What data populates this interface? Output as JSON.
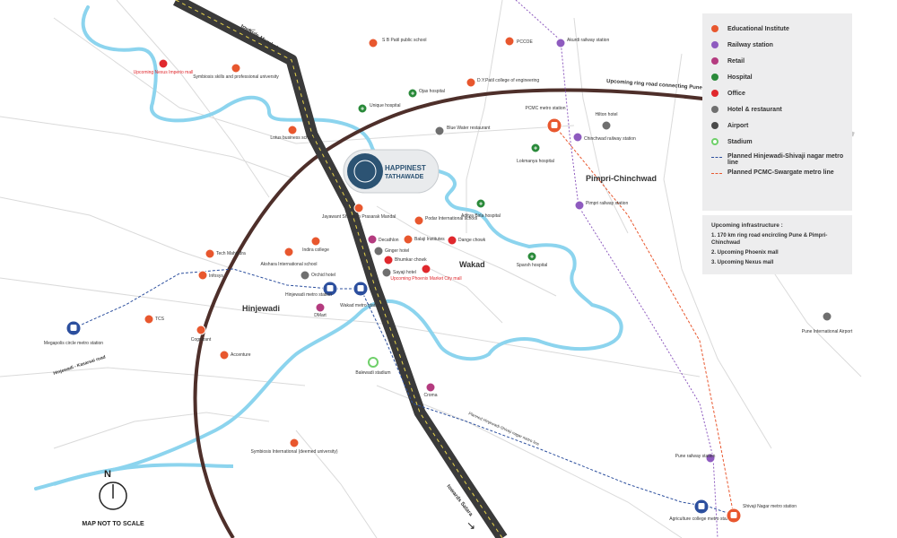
{
  "colors": {
    "river": "#8cd4ee",
    "ring_road": "#4e2f2a",
    "expressway": "#3a3a3a",
    "education": "#e8572e",
    "railway": "#8e5bbf",
    "retail": "#b43b7f",
    "hospital": "#2a8a3a",
    "office": "#e0282d",
    "hotel": "#6f6f6f",
    "metro_blue": "#2c4f9e",
    "metro_red": "#e8572e",
    "stadium": "#6fd06a"
  },
  "legend": {
    "items": [
      {
        "label": "Educational Institute",
        "icon": "education-icon"
      },
      {
        "label": "Railway station",
        "icon": "railway-icon"
      },
      {
        "label": "Retail",
        "icon": "retail-icon"
      },
      {
        "label": "Hospital",
        "icon": "hospital-icon"
      },
      {
        "label": "Office",
        "icon": "office-icon"
      },
      {
        "label": "Hotel & restaurant",
        "icon": "hotel-icon"
      },
      {
        "label": "Airport",
        "icon": "airport-icon"
      },
      {
        "label": "Stadium",
        "icon": "stadium-icon"
      }
    ],
    "lines": [
      {
        "label": "Planned Hinjewadi-Shivaji nagar metro line"
      },
      {
        "label": "Planned PCMC-Swargate metro line"
      }
    ]
  },
  "infrastructure": {
    "title": "Upcoming infrastructure :",
    "items": [
      "1.  170 km ring road encircling Pune & Pimpri-Chinchwad",
      "2. Upcoming Phoenix mall",
      "3. Upcoming Nexus mall"
    ]
  },
  "project": {
    "name1": "HAPPINEST",
    "name2": "TATHAWADE"
  },
  "areas": {
    "pimpri": "Pimpri-Chinchwad",
    "wakad": "Wakad",
    "hinjewadi": "Hinjewadi"
  },
  "roads": {
    "towards_mumbai": "towards Mumbai",
    "towards_satara": "towards Satara",
    "ring_road": "Upcoming ring road connecting Pune & Pimpri-Chinchwad",
    "hinjewadi_kasarsai": "Hinjewadi - Kasarsai road",
    "metro_route_note": "Planned Hinjewadi-Shivaji nagar metro line"
  },
  "compass": {
    "letter": "N",
    "note": "MAP NOT TO SCALE"
  },
  "places": {
    "nexus": "Upcoming Nexus Imperio mall",
    "symbiosis_skills": "Symbiosis skills and professional university",
    "sb_patil": "S B Patil public school",
    "pccoe": "PCCOE",
    "akurdi": "Akurdi railway station",
    "unique": "Unique hospital",
    "ojas": "Ojas hospital",
    "dy_patil": "D.Y.Patil college of engineering",
    "lotus": "Lotus business school",
    "blue_water": "Blue Water restaurant",
    "pcmc": "PCMC metro station",
    "hilton": "Hilton hotel",
    "chinchwad": "Chinchwad railway station",
    "lokmanya": "Lokmanya hospital",
    "aditya": "Aditya Birla hospital",
    "pimpri_rail": "Pimpri railway station",
    "jayawant": "Jayawant Shikshan Prasarak Mandal",
    "podar": "Podar International school",
    "decathlon": "Decathlon",
    "balaji": "Balaji Institutes",
    "dange": "Dange chowk",
    "ginger": "Ginger hotel",
    "bhumkar": "Bhumkar chowk",
    "sayaji": "Sayaji hotel",
    "phoenix": "Upcoming Phoenix Market City mall",
    "tech_mahindra": "Tech Mahindra",
    "indira": "Indira college",
    "akshara": "Akshara International school",
    "orchid": "Orchid hotel",
    "infosys": "Infosys",
    "hinjewadi_metro": "Hinjewadi metro station",
    "wakad_metro": "Wakad metro station",
    "dmart": "DMart",
    "sparsh": "Sparsh hospital",
    "megapolis": "Megapolis circle metro station",
    "tcs": "TCS",
    "cognizant": "Cognizant",
    "accenture": "Accenture",
    "balewadi": "Balewadi stadium",
    "croma": "Croma",
    "symbiosis_intl": "Symbiosis International (deemed university)",
    "pune_rail": "Pune railway station",
    "agriculture": "Agriculture college metro station",
    "shivaji": "Shivaji Nagar metro station",
    "airport": "Pune International Airport"
  }
}
